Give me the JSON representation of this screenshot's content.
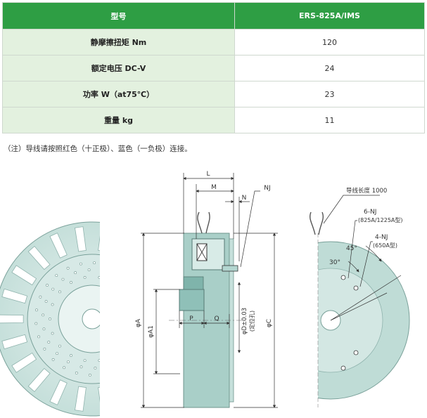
{
  "table": {
    "header": {
      "label": "型号",
      "value": "ERS-825A/IMS"
    },
    "rows": [
      {
        "label": "静摩擦扭矩 Nm",
        "value": "120"
      },
      {
        "label": "额定电压 DC-V",
        "value": "24"
      },
      {
        "label": "功率 W（at75℃）",
        "value": "23"
      },
      {
        "label": "重量 kg",
        "value": "11"
      }
    ]
  },
  "note": "（注）导线请按照红色（十正极）、蓝色（一负极）连接。",
  "drawing": {
    "dims": {
      "L": "L",
      "M": "M",
      "N": "N",
      "NJ": "NJ",
      "P": "P",
      "Q": "Q",
      "phiA": "φA",
      "phiA1": "φA1",
      "phiD": "φD±0.03",
      "phiD_note": "(定位孔)",
      "phiC": "φC"
    },
    "lead_length": "导线长度 1000",
    "angle_45": "45°",
    "angle_30": "30°",
    "hole_6nj": "6-NJ",
    "hole_6nj_models": "(825A/1225A型)",
    "hole_4nj": "4-NJ",
    "hole_4nj_models": "(650A型)",
    "colors": {
      "header_green": "#2e9e44",
      "label_green": "#e3f1df",
      "body_teal": "#a9cfc8",
      "line": "#333333"
    }
  }
}
